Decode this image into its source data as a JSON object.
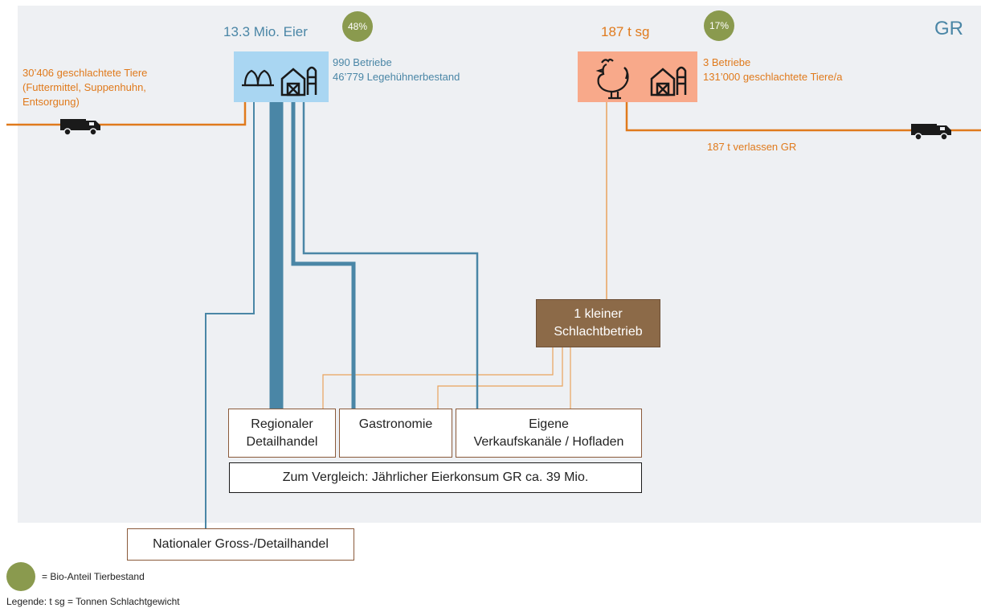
{
  "region_code": "GR",
  "eggs": {
    "amount": "13.3 Mio. Eier",
    "bio_share": "48%",
    "farms": "990 Betriebe",
    "stock": "46’779 Legehühnerbestand",
    "icons": [
      "eggs-icon",
      "barn-icon"
    ]
  },
  "poultry": {
    "amount": "187 t sg",
    "bio_share": "17%",
    "farms": "3 Betriebe",
    "slaughtered": "131’000 geschlachtete Tiere/a",
    "icons": [
      "rooster-icon",
      "barn-icon"
    ]
  },
  "import": {
    "line1": "30’406 geschlachtete Tiere",
    "line2": "(Futtermittel, Suppenhuhn,",
    "line3": "Entsorgung)"
  },
  "export_label": "187 t verlassen GR",
  "slaughterhouse": "1 kleiner\nSchlachtbetrieb",
  "channels": {
    "regional": "Regionaler\nDetailhandel",
    "gastro": "Gastronomie",
    "own": "Eigene\nVerkaufskanäle / Hofladen",
    "national": "Nationaler Gross-/Detailhandel"
  },
  "comparison": "Zum Vergleich: Jährlicher Eierkonsum GR ca. 39 Mio.",
  "legend": {
    "bio": "= Bio-Anteil Tierbestand",
    "tsg": "Legende: t sg = Tonnen Schlachtgewicht"
  },
  "colors": {
    "egg_flow": "#4a86a6",
    "poultry_flow": "#e07a1c",
    "bio_circle": "#8a9a4e",
    "slaughterhouse": "#8c6a48",
    "egg_box": "#a9d6f2",
    "poultry_box": "#f8a98a"
  }
}
